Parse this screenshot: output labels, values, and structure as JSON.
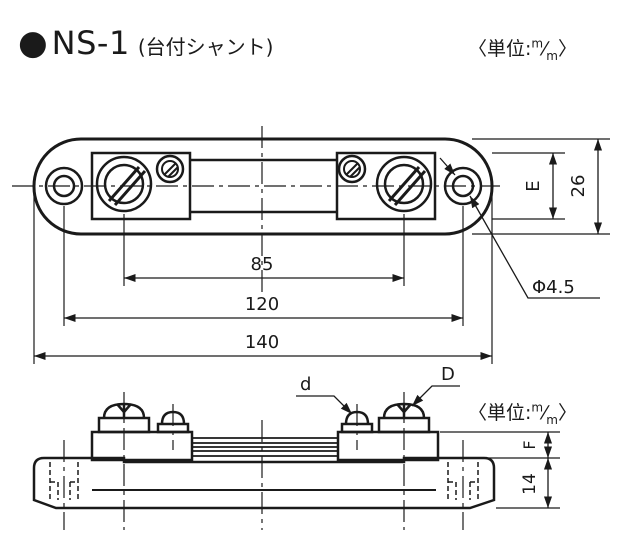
{
  "title": {
    "bullet": "●",
    "model": "NS-1",
    "subtitle": "(台付シャント)"
  },
  "unit_label": {
    "open": "〈単位:",
    "m_top": "m",
    "slash": "⁄",
    "m_bottom": "m",
    "close": "〉"
  },
  "dimensions": {
    "inner_span": "85",
    "mid_span": "120",
    "overall_length": "140",
    "height": "26",
    "e": "E",
    "hole": "Φ4.5",
    "f": "F",
    "base_height": "14",
    "small_screw": "d",
    "large_screw": "D"
  }
}
